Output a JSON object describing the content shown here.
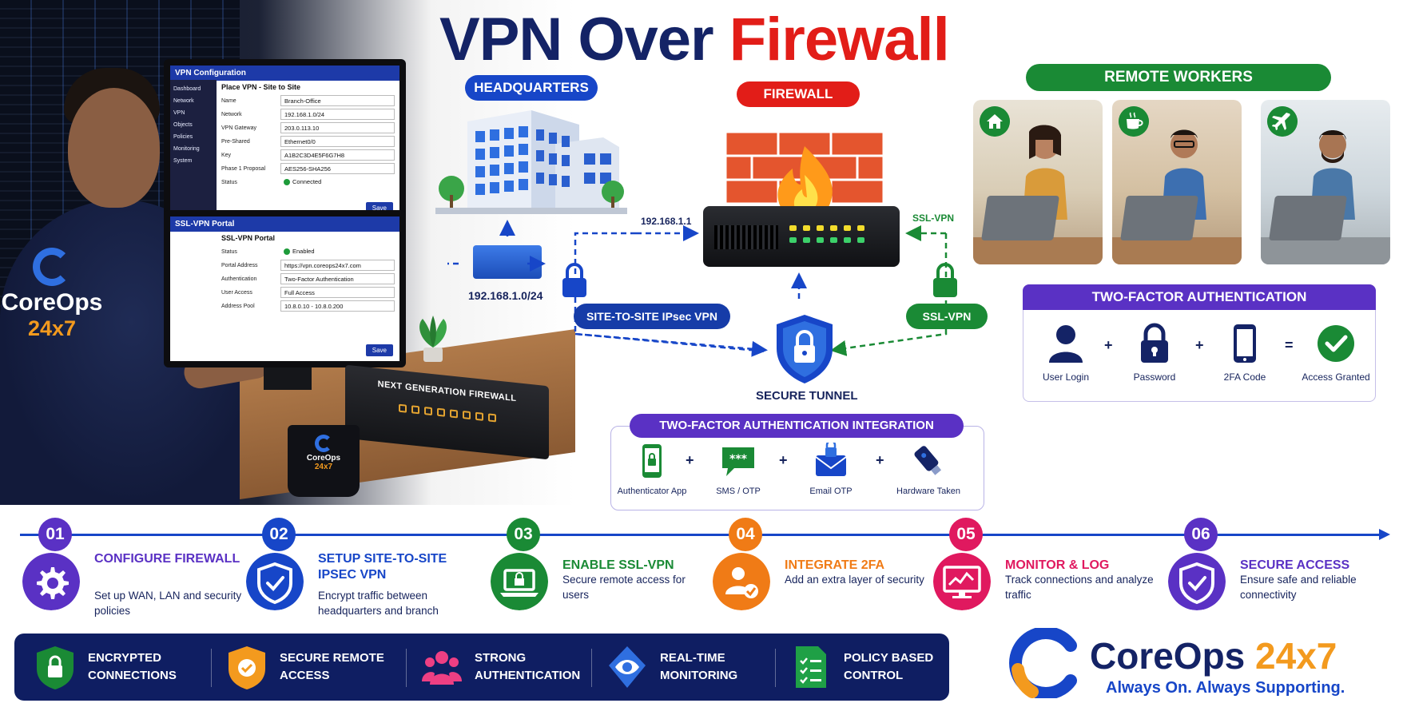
{
  "title": {
    "main": "VPN Over",
    "accent": "Firewall"
  },
  "colors": {
    "navy": "#142366",
    "blue": "#1746c8",
    "red": "#e21d18",
    "green": "#1a8a35",
    "purple": "#5a31c4",
    "orange": "#f39a1e"
  },
  "workstation": {
    "shirt_brand": "CoreOps",
    "shirt_brand_sub": "24x7",
    "mug_brand": "CoreOps",
    "mug_brand_sub": "24x7",
    "ngfw_label": "NEXT GENERATION FIREWALL",
    "vpn_config": {
      "title": "VPN Configuration",
      "sidebar": [
        "Dashboard",
        "Network",
        "VPN",
        "Objects",
        "Policies",
        "Monitoring",
        "System"
      ],
      "heading": "Place VPN - Site to Site",
      "fields": [
        {
          "k": "Name",
          "v": "Branch-Office"
        },
        {
          "k": "Network",
          "v": "192.168.1.0/24"
        },
        {
          "k": "VPN Gateway",
          "v": "203.0.113.10"
        },
        {
          "k": "Pre-Shared",
          "v": "Ethernet0/0"
        },
        {
          "k": "Key",
          "v": "A1B2C3D4E5F6G7H8"
        },
        {
          "k": "Phase 1 Proposal",
          "v": "AES256-SHA256"
        },
        {
          "k": "Status",
          "v": "Connected"
        }
      ],
      "save": "Save"
    },
    "ssl_portal": {
      "title": "SSL-VPN Portal",
      "heading": "SSL-VPN Portal",
      "fields": [
        {
          "k": "Status",
          "v": "Enabled"
        },
        {
          "k": "Portal Address",
          "v": "https://vpn.coreops24x7.com"
        },
        {
          "k": "Authentication",
          "v": "Two-Factor Authentication"
        },
        {
          "k": "User Access",
          "v": "Full Access"
        },
        {
          "k": "Address Pool",
          "v": "10.8.0.10 - 10.8.0.200"
        }
      ],
      "save": "Save"
    }
  },
  "diagram": {
    "hq_label": "HEADQUARTERS",
    "hq_network": "192.168.1.0/24",
    "firewall_label": "FIREWALL",
    "firewall_ip": "192.168.1.1",
    "ssl_top_label": "SSL-VPN",
    "site_to_site": "SITE-TO-SITE IPsec VPN",
    "ssl_vpn": "SSL-VPN",
    "secure_tunnel": "SECURE TUNNEL",
    "remote_workers": "REMOTE WORKERS",
    "tfa_integration": {
      "title": "TWO-FACTOR AUTHENTICATION INTEGRATION",
      "items": [
        "Authenticator App",
        "SMS / OTP",
        "Email OTP",
        "Hardware Taken"
      ],
      "sms_glyph": "***"
    },
    "tfa_auth": {
      "title": "TWO-FACTOR AUTHENTICATION",
      "items": [
        "User Login",
        "Password",
        "2FA Code",
        "Access Granted"
      ],
      "ops": [
        "+",
        "+",
        "="
      ]
    }
  },
  "steps": [
    {
      "num": "01",
      "title": "CONFIGURE FIREWALL",
      "desc": "Set up WAN, LAN and security policies",
      "color": "#5a31c4",
      "icon": "gear-icon"
    },
    {
      "num": "02",
      "title": "SETUP SITE-TO-SITE IPSEC VPN",
      "desc": "Encrypt traffic between headquarters and branch",
      "color": "#1746c8",
      "icon": "shield-check-icon"
    },
    {
      "num": "03",
      "title": "ENABLE SSL-VPN",
      "desc": "Secure remote access for users",
      "color": "#1a8a35",
      "icon": "laptop-lock-icon"
    },
    {
      "num": "04",
      "title": "INTEGRATE 2FA",
      "desc": "Add an extra layer of security",
      "color": "#f07b16",
      "icon": "user-check-icon"
    },
    {
      "num": "05",
      "title": "MONITOR & LOG",
      "desc": "Track connections and analyze traffic",
      "color": "#e0195f",
      "icon": "monitor-chart-icon"
    },
    {
      "num": "06",
      "title": "SECURE ACCESS",
      "desc": "Ensure safe and reliable connectivity",
      "color": "#5a31c4",
      "icon": "shield-check-icon"
    }
  ],
  "features": [
    {
      "label": "ENCRYPTED CONNECTIONS",
      "icon": "lock-shield-icon",
      "color": "#1a8a35"
    },
    {
      "label": "SECURE REMOTE ACCESS",
      "icon": "check-shield-icon",
      "color": "#f39a1e"
    },
    {
      "label": "STRONG AUTHENTICATION",
      "icon": "users-icon",
      "color": "#ee3f83"
    },
    {
      "label": "REAL-TIME MONITORING",
      "icon": "eye-icon",
      "color": "#2f6fe0"
    },
    {
      "label": "POLICY BASED CONTROL",
      "icon": "checklist-icon",
      "color": "#1fa046"
    }
  ],
  "brand": {
    "name": "CoreOps",
    "accent": "24x7",
    "tagline": "Always On. Always Supporting."
  }
}
